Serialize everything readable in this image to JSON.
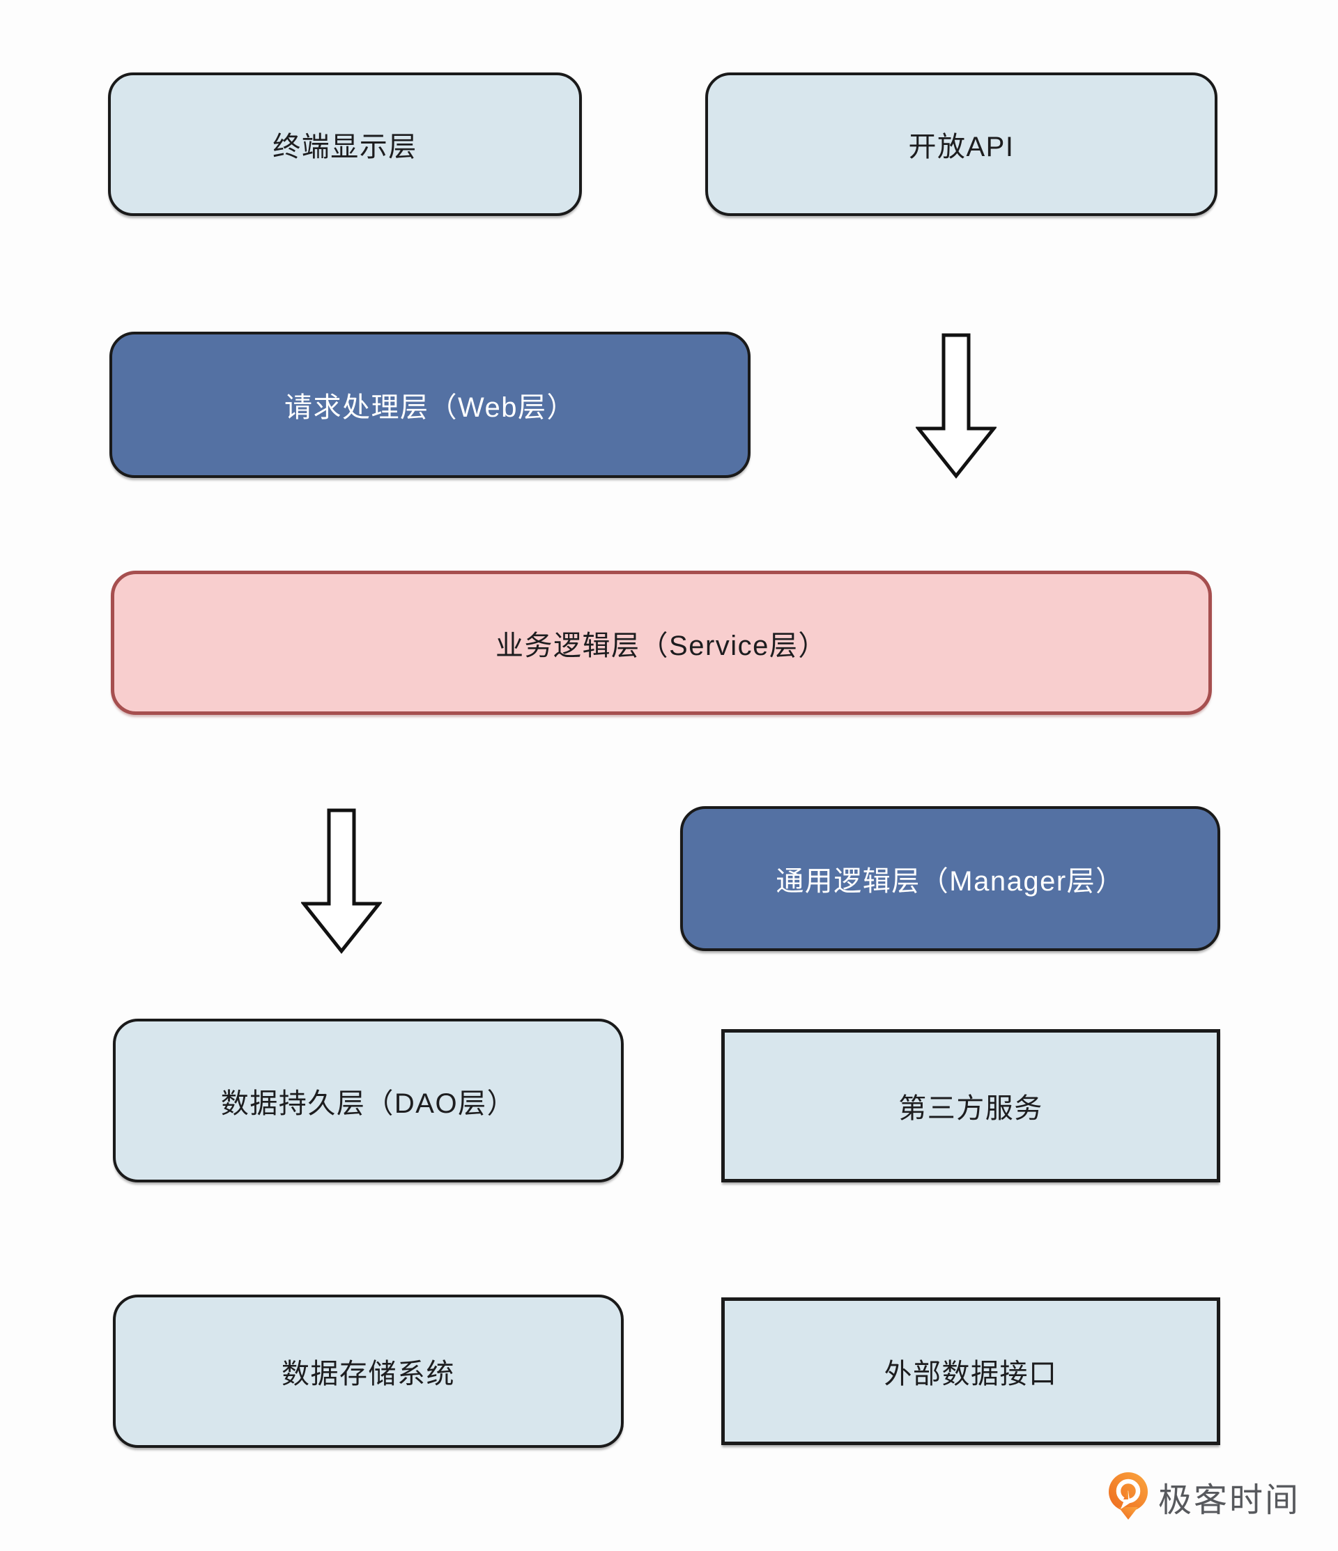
{
  "nodes": {
    "terminal": {
      "label": "终端显示层"
    },
    "open_api": {
      "label": "开放API"
    },
    "web": {
      "label": "请求处理层（Web层）"
    },
    "service": {
      "label": "业务逻辑层（Service层）"
    },
    "manager": {
      "label": "通用逻辑层（Manager层）"
    },
    "dao": {
      "label": "数据持久层（DAO层）"
    },
    "third_party": {
      "label": "第三方服务"
    },
    "storage": {
      "label": "数据存储系统"
    },
    "external": {
      "label": "外部数据接口"
    }
  },
  "edges": [
    {
      "from": "open_api",
      "to": "service",
      "icon": "down-arrow"
    },
    {
      "from": "service",
      "to": "dao",
      "icon": "down-arrow"
    }
  ],
  "colors": {
    "light_box_fill": "#D8E6ED",
    "dark_box_fill": "#5471A3",
    "pink_box_fill": "#F8CECE",
    "pink_box_border": "#A64F4F",
    "box_border": "#1A1A1A",
    "arrow_fill": "#FFFFFF",
    "arrow_stroke": "#111111",
    "logo_orange_light": "#FBA63F",
    "logo_orange_dark": "#ED6A1E",
    "logo_text_gray": "#57595D"
  },
  "footer": {
    "brand": "极客时间"
  }
}
